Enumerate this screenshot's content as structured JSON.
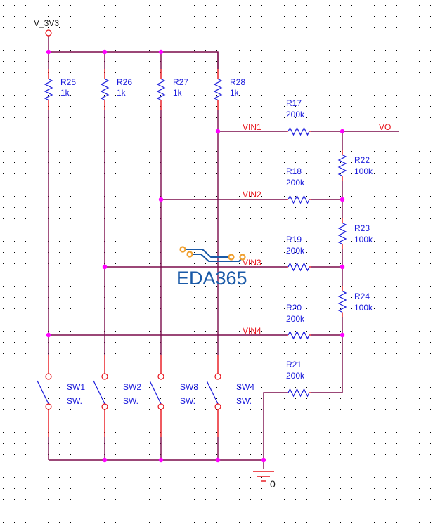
{
  "schematic": {
    "power": {
      "label": "V_3V3"
    },
    "ground": {
      "label": "0"
    },
    "output": {
      "label": "VO"
    },
    "pullups": [
      {
        "ref": "R25",
        "value": "1k"
      },
      {
        "ref": "R26",
        "value": "1k"
      },
      {
        "ref": "R27",
        "value": "1k"
      },
      {
        "ref": "R28",
        "value": "1k"
      }
    ],
    "nets": [
      "VIN1",
      "VIN2",
      "VIN3",
      "VIN4"
    ],
    "series_resistors": [
      {
        "ref": "R17",
        "value": "200k"
      },
      {
        "ref": "R18",
        "value": "200k"
      },
      {
        "ref": "R19",
        "value": "200k"
      },
      {
        "ref": "R20",
        "value": "200k"
      },
      {
        "ref": "R21",
        "value": "200k"
      }
    ],
    "ladder_resistors": [
      {
        "ref": "R22",
        "value": "100k"
      },
      {
        "ref": "R23",
        "value": "100k"
      },
      {
        "ref": "R24",
        "value": "100k"
      }
    ],
    "switches": [
      {
        "ref": "SW1",
        "value": "SW."
      },
      {
        "ref": "SW2",
        "value": "SW."
      },
      {
        "ref": "SW3",
        "value": "SW."
      },
      {
        "ref": "SW4",
        "value": "SW."
      }
    ],
    "watermark": {
      "text": "EDA365"
    },
    "colors": {
      "wire": "#7a0a4a",
      "pin": "#e8131b",
      "body": "#1a1adc",
      "junction": "#ff00ff",
      "watermark": "#1a5aa8",
      "watermark_pads": "#f0a030"
    }
  }
}
